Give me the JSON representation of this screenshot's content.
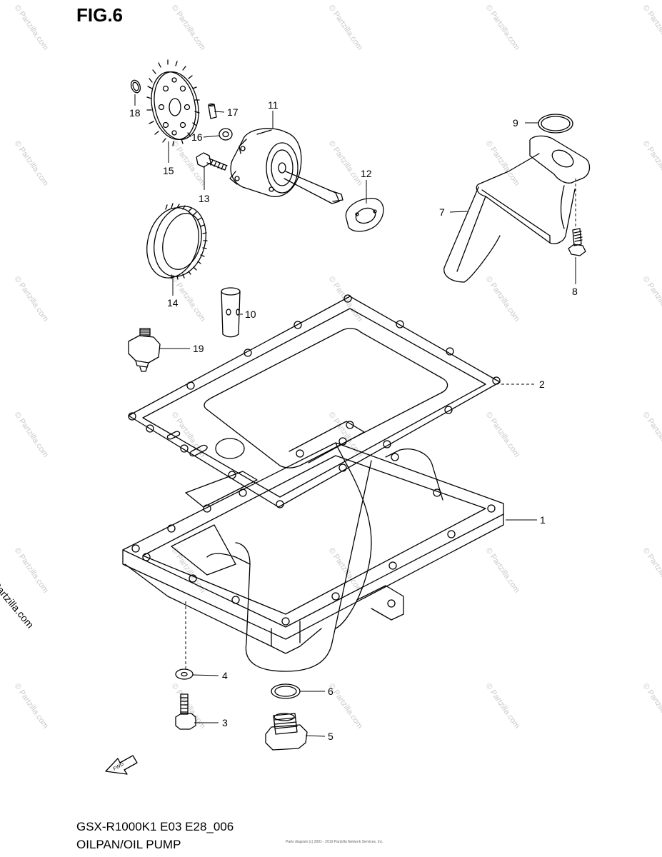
{
  "figure": {
    "title": "FIG.6",
    "model_code": "GSX-R1000K1 E03 E28_006",
    "section_name": "OILPAN/OIL PUMP",
    "fine_print": "Parts diagram (c) 2001 - 2019 Partzilla Network Services, Inc.",
    "copyright": "© Partzilla.com",
    "watermark_text": "© Partzilla.com",
    "fwd_label": "FWD"
  },
  "callouts": [
    {
      "id": "1",
      "label": "1"
    },
    {
      "id": "2",
      "label": "2"
    },
    {
      "id": "3",
      "label": "3"
    },
    {
      "id": "4",
      "label": "4"
    },
    {
      "id": "5",
      "label": "5"
    },
    {
      "id": "6",
      "label": "6"
    },
    {
      "id": "7",
      "label": "7"
    },
    {
      "id": "8",
      "label": "8"
    },
    {
      "id": "9",
      "label": "9"
    },
    {
      "id": "10",
      "label": "10"
    },
    {
      "id": "11",
      "label": "11"
    },
    {
      "id": "12",
      "label": "12"
    },
    {
      "id": "13",
      "label": "13"
    },
    {
      "id": "14",
      "label": "14"
    },
    {
      "id": "15",
      "label": "15"
    },
    {
      "id": "16",
      "label": "16"
    },
    {
      "id": "17",
      "label": "17"
    },
    {
      "id": "18",
      "label": "18"
    },
    {
      "id": "19",
      "label": "19"
    }
  ],
  "colors": {
    "line": "#000000",
    "watermark": "#c9c9c9",
    "background": "#ffffff"
  }
}
